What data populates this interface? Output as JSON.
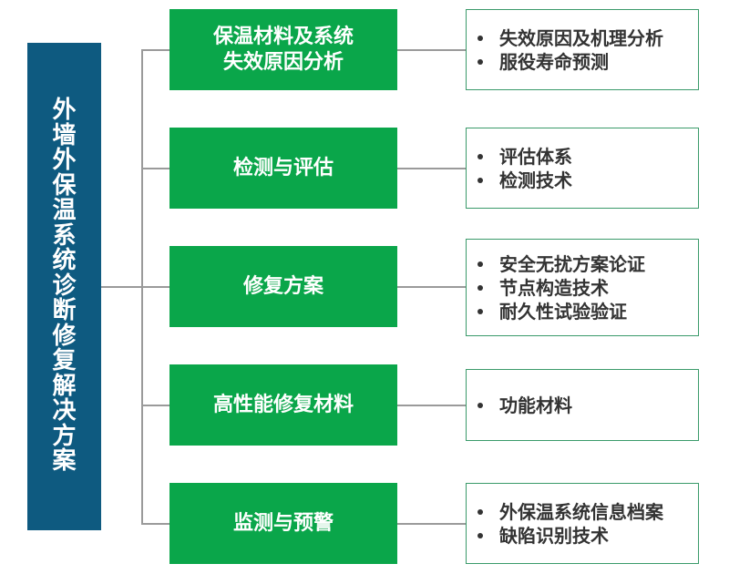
{
  "root": {
    "title": "外墙外保温系统诊断修复解决方案"
  },
  "colors": {
    "root_bg": "#0e5a80",
    "category_bg": "#0aa64a",
    "detail_border": "#3a9a6a",
    "connector": "#9a9a9a"
  },
  "categories": [
    {
      "label": "保温材料及系统\n失效原因分析",
      "items": [
        "失效原因及机理分析",
        "服役寿命预测"
      ]
    },
    {
      "label": "检测与评估",
      "items": [
        "评估体系",
        "检测技术"
      ]
    },
    {
      "label": "修复方案",
      "items": [
        "安全无扰方案论证",
        "节点构造技术",
        "耐久性试验验证"
      ]
    },
    {
      "label": "高性能修复材料",
      "items": [
        "功能材料"
      ]
    },
    {
      "label": "监测与预警",
      "items": [
        "外保温系统信息档案",
        "缺陷识别技术"
      ]
    }
  ]
}
